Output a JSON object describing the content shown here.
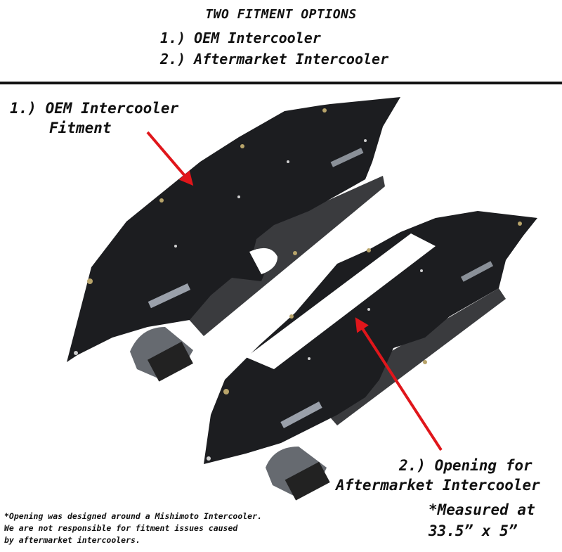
{
  "header": {
    "title": "TWO FITMENT OPTIONS",
    "option_1": "1.) OEM Intercooler",
    "option_2": "2.) Aftermarket Intercooler"
  },
  "callout_1": {
    "line_1": "1.) OEM Intercooler",
    "line_2": "Fitment"
  },
  "callout_2": {
    "line_1": "2.) Opening for",
    "line_2": "Aftermarket Intercooler"
  },
  "measurement": {
    "line_1": "*Measured at",
    "line_2": "33.5” x 5”"
  },
  "footnote": {
    "line_1": "*Opening was designed around a Mishimoto Intercooler.",
    "line_2": "We are not responsible for fitment issues caused",
    "line_3": "by aftermarket intercoolers."
  },
  "colors": {
    "panel": "#1c1d20",
    "flange": "#3a3b3e",
    "arrow": "#e0161b"
  }
}
